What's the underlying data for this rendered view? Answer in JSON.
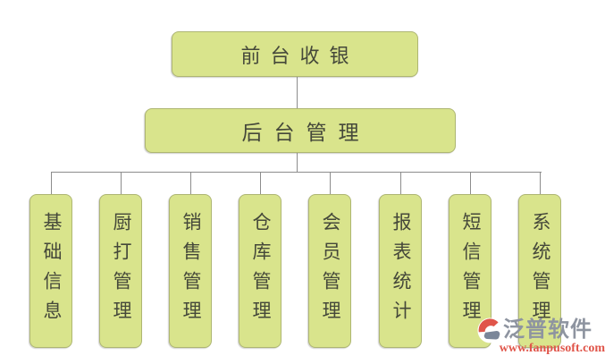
{
  "diagram": {
    "title_semantic": "restaurant-pos-module-structure",
    "root": {
      "label": "前台收银"
    },
    "level2": {
      "label": "后台管理"
    },
    "children": [
      {
        "label": "基础信息"
      },
      {
        "label": "厨打管理"
      },
      {
        "label": "销售管理"
      },
      {
        "label": "仓库管理"
      },
      {
        "label": "会员管理"
      },
      {
        "label": "报表统计"
      },
      {
        "label": "短信管理"
      },
      {
        "label": "系统管理"
      }
    ]
  },
  "watermark": {
    "brand": "泛普软件",
    "url": "www.fanpusoft.com"
  },
  "colors": {
    "node_fill": "#d9e48c",
    "node_border": "#aeb673",
    "node_text": "#45483a",
    "connector": "#8c8c8c",
    "watermark_brand": "#8e94a0",
    "watermark_url": "#e0554a",
    "logo_red": "#e0554a",
    "logo_gray_blue": "#7a8699",
    "background": "#ffffff"
  }
}
